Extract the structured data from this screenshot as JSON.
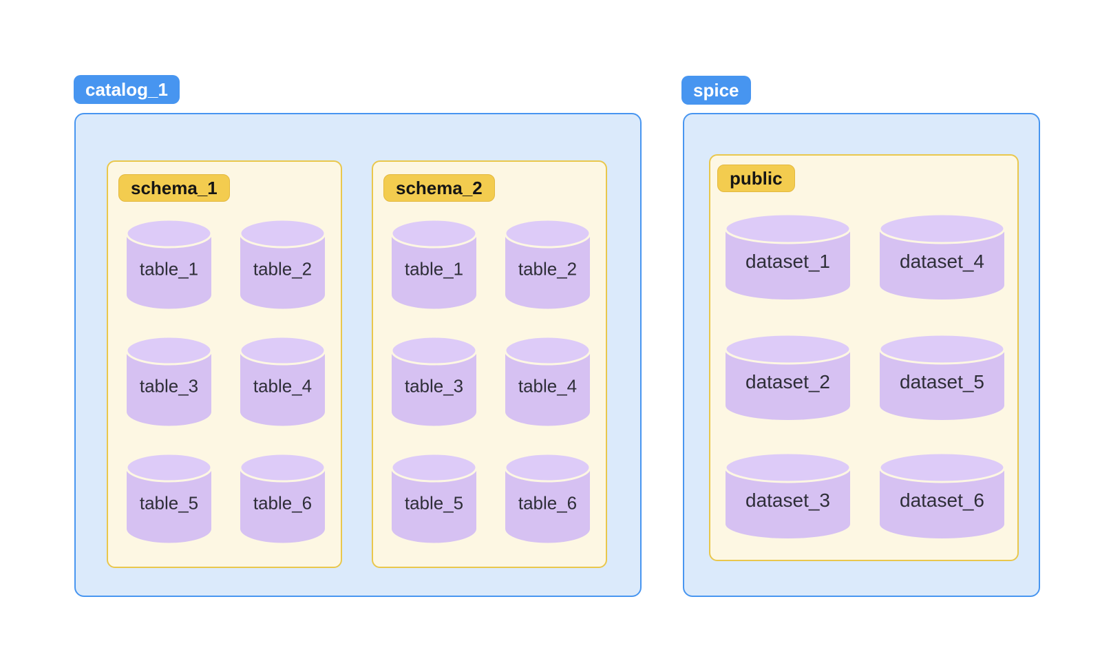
{
  "colors": {
    "badge_blue": "#4795f0",
    "container_blue_bg": "#dbeafb",
    "container_blue_border": "#4795f0",
    "badge_yellow": "#f3cc4f",
    "container_cream_bg": "#fdf7e3",
    "container_cream_border": "#e9c74b",
    "cylinder_body": "#d6c1f2",
    "cylinder_top": "#ddcbf8",
    "label_text": "#2e2e38"
  },
  "groups": [
    {
      "badge": "catalog_1",
      "containers": [
        {
          "badge": "schema_1",
          "rows": [
            [
              "table_1",
              "table_2"
            ],
            [
              "table_3",
              "table_4"
            ],
            [
              "table_5",
              "table_6"
            ]
          ]
        },
        {
          "badge": "schema_2",
          "rows": [
            [
              "table_1",
              "table_2"
            ],
            [
              "table_3",
              "table_4"
            ],
            [
              "table_5",
              "table_6"
            ]
          ]
        }
      ]
    },
    {
      "badge": "spice",
      "containers": [
        {
          "badge": "public",
          "rows": [
            [
              "dataset_1",
              "dataset_4"
            ],
            [
              "dataset_2",
              "dataset_5"
            ],
            [
              "dataset_3",
              "dataset_6"
            ]
          ]
        }
      ]
    }
  ]
}
